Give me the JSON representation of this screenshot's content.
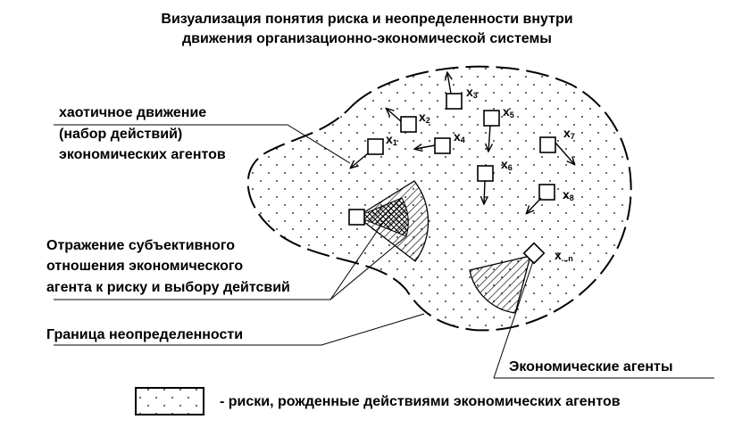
{
  "title": {
    "line1": "Визуализация понятия риска и неопределенности внутри",
    "line2": "движения организационно-экономической системы"
  },
  "labels": {
    "chaotic": [
      "хаотичное движение",
      "(набор действий)",
      "экономических агентов"
    ],
    "reflection": [
      "Отражение субъективного",
      "отношения экономического",
      "агента к риску и выбору дейтсвий"
    ],
    "boundary": "Граница неопределенности",
    "agents": "Экономические агенты"
  },
  "agents": [
    {
      "label": "x",
      "sub": "1"
    },
    {
      "label": "x",
      "sub": "2"
    },
    {
      "label": "x",
      "sub": "3"
    },
    {
      "label": "x",
      "sub": "4"
    },
    {
      "label": "x",
      "sub": "5"
    },
    {
      "label": "x",
      "sub": "6"
    },
    {
      "label": "x",
      "sub": "7"
    },
    {
      "label": "x",
      "sub": "8"
    },
    {
      "label": "x",
      "sub": "...n"
    }
  ],
  "legend": {
    "text": "- риски, рожденные действиями экономических агентов"
  }
}
